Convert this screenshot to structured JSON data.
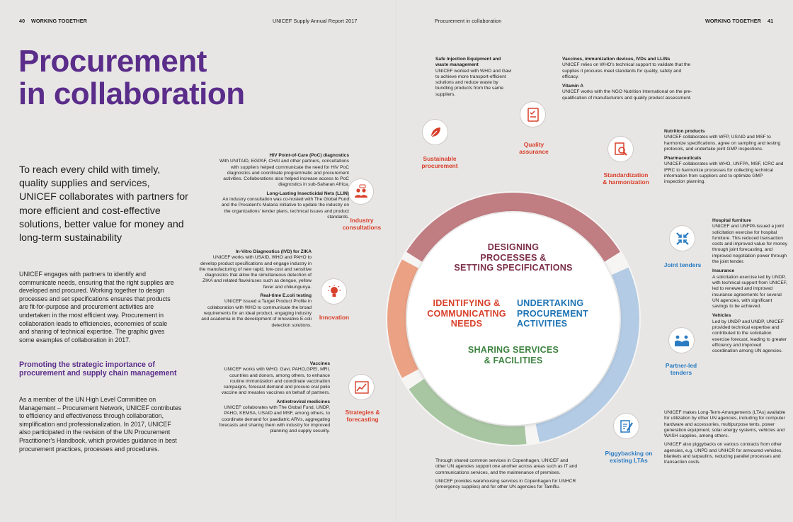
{
  "header": {
    "left_page_num": "40",
    "left_section": "WORKING TOGETHER",
    "left_report": "UNICEF Supply Annual Report 2017",
    "right_chapter": "Procurement in collaboration",
    "right_section": "WORKING TOGETHER",
    "right_page_num": "41"
  },
  "title_line1": "Procurement",
  "title_line2": "in collaboration",
  "lead": "To reach every child with timely, quality supplies and services, UNICEF collaborates with partners for more efficient and cost-effective solutions, better value for money and long-term sustainability",
  "intro": "UNICEF engages with partners to identify and communicate needs, ensuring that the right supplies are developed and procured. Working together to design processes and set specifications ensures that products are fit-for-purpose and procurement activities are undertaken in the most efficient way. Procurement in collaboration leads to efficiencies, economies of scale and sharing of technical expertise. The graphic gives some examples of collaboration in 2017.",
  "subhead": "Promoting the strategic importance of procurement and supply chain management",
  "subhead_body": "As a member of the UN High Level Committee on Management – Procurement Network, UNICEF contributes to efficiency and effectiveness through collaboration, simplification and professionalization. In 2017, UNICEF also participated in the revision of the UN Procurement Practitioner's Handbook, which provides guidance in best procurement practices, processes and procedures.",
  "center": {
    "top": [
      "DESIGNING",
      "PROCESSES &",
      "SETTING SPECIFICATIONS"
    ],
    "left": [
      "IDENTIFYING &",
      "COMMUNICATING",
      "NEEDS"
    ],
    "right": [
      "UNDERTAKING",
      "PROCUREMENT",
      "ACTIVITIES"
    ],
    "bottom": [
      "SHARING SERVICES",
      "& FACILITIES"
    ]
  },
  "categories": {
    "sustainable": [
      "Sustainable",
      "procurement"
    ],
    "quality": [
      "Quality",
      "assurance"
    ],
    "standardization": [
      "Standardization",
      "& harmonization"
    ],
    "industry": [
      "Industry",
      "consultations"
    ],
    "innovation": [
      "Innovation"
    ],
    "strategies": [
      "Strategies &",
      "forecasting"
    ],
    "joint": [
      "Joint tenders"
    ],
    "partner": [
      "Partner-led",
      "tenders"
    ],
    "piggy": [
      "Piggybacking on",
      "existing LTAs"
    ]
  },
  "notes": {
    "safe_t": "Safe Injection Equipment and waste management",
    "safe_b": "UNICEF worked with WHO and Gavi to achieve more transport-efficient solutions and reduce waste by bundling products from the same suppliers.",
    "vacc_t": "Vaccines, immunization devices, IVDs and LLINs",
    "vacc_b": "UNICEF relies on WHO's technical support to validate that the supplies it procures meet standards for quality, safety and efficacy.",
    "vita_t": "Vitamin A",
    "vita_b": "UNICEF works with the NGO Nutrition International on the pre-qualification of manufacturers and quality product assessment.",
    "nutr_t": "Nutrition products",
    "nutr_b": "UNICEF collaborates with WFP, USAID and MSF to harmonize specifications, agree on sampling and testing protocols, and undertake joint GMP inspections.",
    "pharm_t": "Pharmaceuticals",
    "pharm_b": "UNICEF collaborates with WHO, UNFPA, MSF, ICRC and IFRC to harmonize processes for collecting technical information from suppliers and to optimize GMP inspection planning.",
    "hiv_t": "HIV Point-of-Care (PoC) diagnostics",
    "hiv_b": "With UNITAID, EGPAF, CHAI and other partners, consultations with suppliers helped communicate the need for HIV PoC diagnostics and coordinate programmatic and procurement activities. Collaborations also helped increase access to PoC diagnostics in sub-Saharan Africa.",
    "llin_t": "Long-Lasting Insecticidal Nets (LLIN)",
    "llin_b": "An industry consultation was co-hosted with The Global Fund and the President's Malaria Initiative to update the industry on the organizations' tender plans, technical issues and product standards.",
    "zika_t": "In-Vitro Diagnostics (IVD) for ZIKA",
    "zika_b": "UNICEF works with USAID, WHO and PAHO to develop product specifications and engage industry in the manufacturing of new rapid, low-cost and sensitive diagnostics that allow the simultaneous detection of ZIKA and related flaviviruses such as dengue, yellow fever and chikungunya.",
    "ecoli_t": "Real-time E.coli testing",
    "ecoli_b": "UNICEF issued a Target Product Profile in collaboration with WHO to communicate the broad requirements for an ideal product, engaging industry and academia in the development of innovative E.coli detection solutions.",
    "vaccines_t": "Vaccines",
    "vaccines_b": "UNICEF works with WHO, Gavi, PAHO,GPEI, MRI, countries and donors, among others, to enhance routine immunization and coordinate vaccination campaigns, forecast demand and procure oral polio vaccine and measles vaccines on behalf of partners.",
    "arv_t": "Antiretroviral medicines",
    "arv_b": "UNICEF collaborates with The Global Fund, UNDP, PAHO, KEMSA, USAID and MSF, among others, to coordinate demand for paediatric ARVs, aggregating forecasts and sharing them with industry for improved planning and supply security.",
    "hosp_t": "Hospital furniture",
    "hosp_b": "UNICEF and UNFPA issued a joint solicitation exercise for hospital furniture. This reduced transaction costs and improved value for money through joint forecasting, and improved negotiation power through the joint tender.",
    "ins_t": "Insurance",
    "ins_b": "A solicitation exercise led by UNDP, with technical support from UNICEF, led to renewed and improved insurance agreements for several UN agencies, with significant savings to be achieved.",
    "veh_t": "Vehicles",
    "veh_b": "Led by UNDP and UNDP, UNICEF provided technical expertise and contributed to the solicitation exercise forecast, leading to greater efficiency and improved coordination among UN agencies.",
    "lta1": "UNICEF makes Long-Term-Arrangements (LTAs) available for utilization by other UN agencies, including for computer hardware and accessories, multipurpose tents, power generation equipment, solar energy systems, vehicles and WASH supplies, among others.",
    "lta2": "UNICEF also piggybacks on various contracts from other agencies, e.g. UNPD and UNHCR for armoured vehicles, blankets and tarpaulins, reducing parallel processes and transaction costs.",
    "share1": "Through shared common services in Copenhagen, UNICEF and other UN agencies support one another across areas such as IT and communications services, and the maintenance of premises.",
    "share2": "UNICEF provides warehousing services in Copenhagen for UNHCR (emergency supplies) and for other UN agencies for Tamiflu."
  },
  "colors": {
    "purple": "#5b2d8a",
    "red": "#d8402b",
    "mauve": "#c07d82",
    "salmon": "#eaa184",
    "green": "#a9c6a3",
    "blue": "#b3cbe4",
    "icon_blue": "#2a7bc1",
    "center_purple": "#7b2f47",
    "center_blue": "#1d73b3",
    "center_green": "#3f8442"
  },
  "icons": [
    "leaf-icon",
    "checklist-icon",
    "magnifier-doc-icon",
    "people-chat-icon",
    "lightbulb-icon",
    "chart-icon",
    "arrows-in-icon",
    "handshake-icon",
    "document-pen-icon"
  ]
}
